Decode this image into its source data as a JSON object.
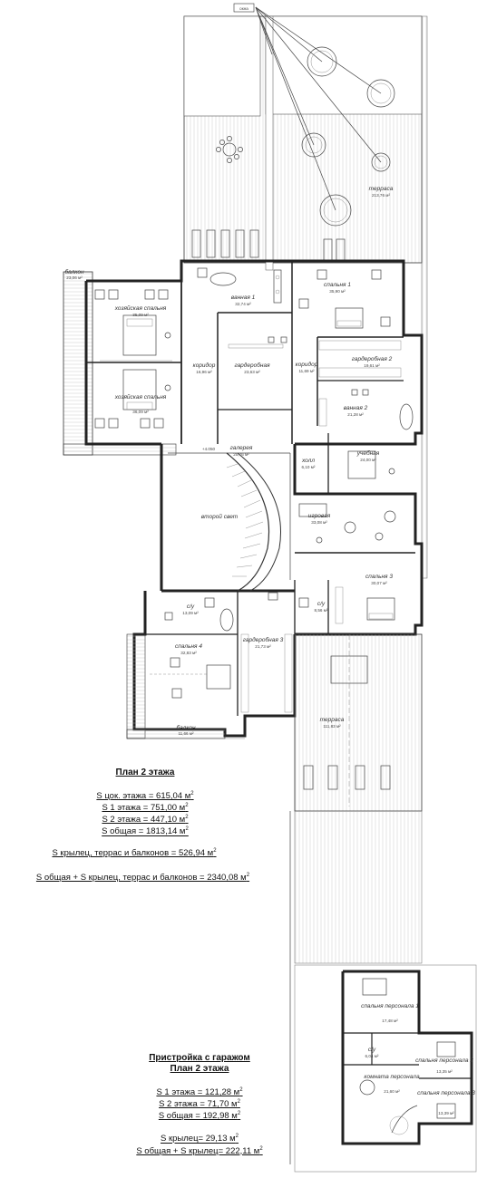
{
  "tag_label": "окна",
  "level_mark": "+4.050",
  "rooms": {
    "terrace_top": {
      "name": "терраса",
      "area": "213,76 м²"
    },
    "balcony_left": {
      "name": "балкон",
      "area": "23,06 м²"
    },
    "master_bed_1": {
      "name": "хозяйская спальня",
      "area": "35,09 м²"
    },
    "master_bed_2": {
      "name": "хозяйская спальня",
      "area": "36,09 м²"
    },
    "corridor_left": {
      "name": "коридор",
      "area": "16,96 м²"
    },
    "bath_1": {
      "name": "ванная 1",
      "area": "32,74 м²"
    },
    "wardrobe": {
      "name": "гардеробная",
      "area": "23,63 м²"
    },
    "corridor_mid": {
      "name": "коридор",
      "area": "11,69 м²"
    },
    "bedroom_1": {
      "name": "спальня 1",
      "area": "35,90 м²"
    },
    "wardrobe_2": {
      "name": "гардеробная 2",
      "area": "19,61 м²"
    },
    "bath_2": {
      "name": "ванная 2",
      "area": "21,28 м²"
    },
    "gallery": {
      "name": "галерея",
      "area": "25,76 м²"
    },
    "hall": {
      "name": "холл",
      "area": "6,10 м²"
    },
    "study": {
      "name": "учебная",
      "area": "24,00 м²"
    },
    "second_light": {
      "name": "второй свет",
      "area": ""
    },
    "playroom": {
      "name": "игровая",
      "area": "33,08 м²"
    },
    "bedroom_3": {
      "name": "спальня 3",
      "area": "30,07 м²"
    },
    "wc_left": {
      "name": "с/у",
      "area": "13,09 м²"
    },
    "wc_mid": {
      "name": "с/у",
      "area": "8,56 м²"
    },
    "bedroom_4": {
      "name": "спальня 4",
      "area": "32,83 м²"
    },
    "wardrobe_3": {
      "name": "гардеробная 3",
      "area": "21,73 м²"
    },
    "terrace_bottom": {
      "name": "терраса",
      "area": "111,83 м²"
    },
    "balcony_bottom": {
      "name": "балкон",
      "area": "11,66 м²"
    },
    "staff_bed_1": {
      "name": "спальня персонала 1",
      "area": "17,48 м²"
    },
    "wc_staff": {
      "name": "с/у",
      "area": "6,04 м²"
    },
    "staff_bed_2": {
      "name": "спальня персонала 2",
      "area": "13,35 м²"
    },
    "staff_room": {
      "name": "комната персонала",
      "area": "21,60 м²"
    },
    "staff_bed_3": {
      "name": "спальня персонала 3",
      "area": "13,39 м²"
    }
  },
  "summary_main": {
    "title": "План 2 этажа",
    "lines": [
      "S цок. этажа = 615,04 м",
      "S 1 этажа = 751,00 м",
      "S 2 этажа = 447,10 м",
      "S общая = 1813,14 м"
    ],
    "porches": "S крылец, террас и балконов = 526,94 м",
    "total": "S общая + S крылец, террас и балконов = 2340,08 м",
    "sup": "2"
  },
  "summary_garage": {
    "title1": "Пристройка с гаражом",
    "title2": "План 2 этажа",
    "lines": [
      "S 1 этажа = 121,28 м",
      "S 2 этажа = 71,70 м",
      "S общая = 192,98 м"
    ],
    "porch": "S крылец= 29,13 м",
    "total": "S общая + S крылец= 222,11 м",
    "sup": "2"
  }
}
